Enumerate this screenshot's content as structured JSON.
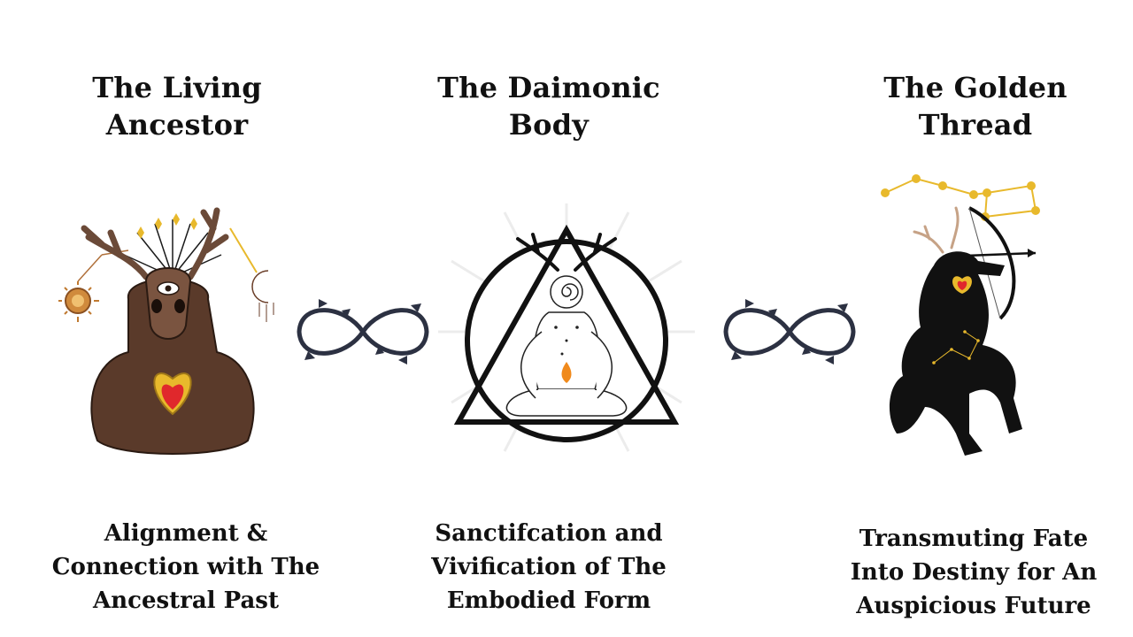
{
  "columns": [
    {
      "title_lines": [
        "The Living",
        "Ancestor"
      ],
      "desc_lines": [
        "Alignment &",
        "Connection with The",
        "Ancestral Past"
      ],
      "icon": "antlered-ancestor-icon"
    },
    {
      "title_lines": [
        "The Daimonic",
        "Body"
      ],
      "desc_lines": [
        "Sanctifcation and",
        "Vivification of The",
        "Embodied Form"
      ],
      "icon": "meditating-figure-triangle-icon"
    },
    {
      "title_lines": [
        "The Golden",
        "Thread"
      ],
      "desc_lines": [
        "Transmuting Fate",
        "Into Destiny for An",
        "Auspicious Future"
      ],
      "icon": "centaur-archer-icon"
    }
  ],
  "connectors": [
    "infinity-arrows-icon",
    "infinity-arrows-icon"
  ],
  "colors": {
    "text": "#111111",
    "connector": "#2c3142",
    "gold": "#e8b92c",
    "brown": "#5a3a2a",
    "heart": "#e0282c"
  }
}
